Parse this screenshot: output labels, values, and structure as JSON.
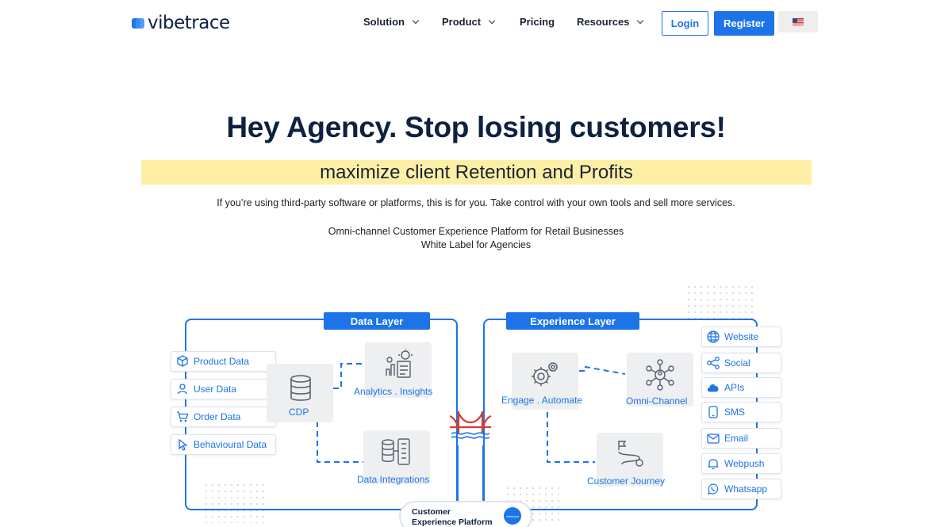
{
  "brand": {
    "name": "vibetrace",
    "color": "#1c74e8"
  },
  "nav": {
    "items": [
      {
        "label": "Solution",
        "has_dropdown": true
      },
      {
        "label": "Product",
        "has_dropdown": true
      },
      {
        "label": "Pricing",
        "has_dropdown": false
      },
      {
        "label": "Resources",
        "has_dropdown": true
      }
    ],
    "login": "Login",
    "register": "Register",
    "language_icon": "us-flag-icon"
  },
  "hero": {
    "title": "Hey Agency. Stop losing customers!",
    "highlight": "maximize client Retention and Profits",
    "subtitle": "If you’re using third-party software or platforms, this is for you. Take control with your own tools and sell more services.",
    "tagline_1": "Omni-channel Customer Experience Platform for Retail Businesses",
    "tagline_2": "White Label for Agencies",
    "highlight_color": "#fdf0a6"
  },
  "diagram": {
    "data_layer": {
      "title": "Data Layer",
      "sources": [
        {
          "label": "Product Data",
          "icon": "cube-icon"
        },
        {
          "label": "User Data",
          "icon": "user-icon"
        },
        {
          "label": "Order Data",
          "icon": "cart-icon"
        },
        {
          "label": "Behavioural Data",
          "icon": "pointer-icon"
        }
      ],
      "nodes": {
        "cdp": "CDP",
        "analytics": "Analytics . Insights",
        "integrations": "Data Integrations"
      }
    },
    "experience_layer": {
      "title": "Experience Layer",
      "nodes": {
        "engage": "Engage . Automate",
        "omni": "Omni-Channel",
        "journey": "Customer Journey"
      },
      "channels": [
        {
          "label": "Website",
          "icon": "globe-icon"
        },
        {
          "label": "Social",
          "icon": "share-icon"
        },
        {
          "label": "APIs",
          "icon": "cloud-icon"
        },
        {
          "label": "SMS",
          "icon": "phone-icon"
        },
        {
          "label": "Email",
          "icon": "envelope-icon"
        },
        {
          "label": "Webpush",
          "icon": "bell-icon"
        },
        {
          "label": "Whatsapp",
          "icon": "whatsapp-icon"
        }
      ]
    },
    "platform_label_1": "Customer",
    "platform_label_2": "Experience Platform",
    "platform_badge": "vibetrace",
    "bridge_icon": "bridge-icon"
  }
}
